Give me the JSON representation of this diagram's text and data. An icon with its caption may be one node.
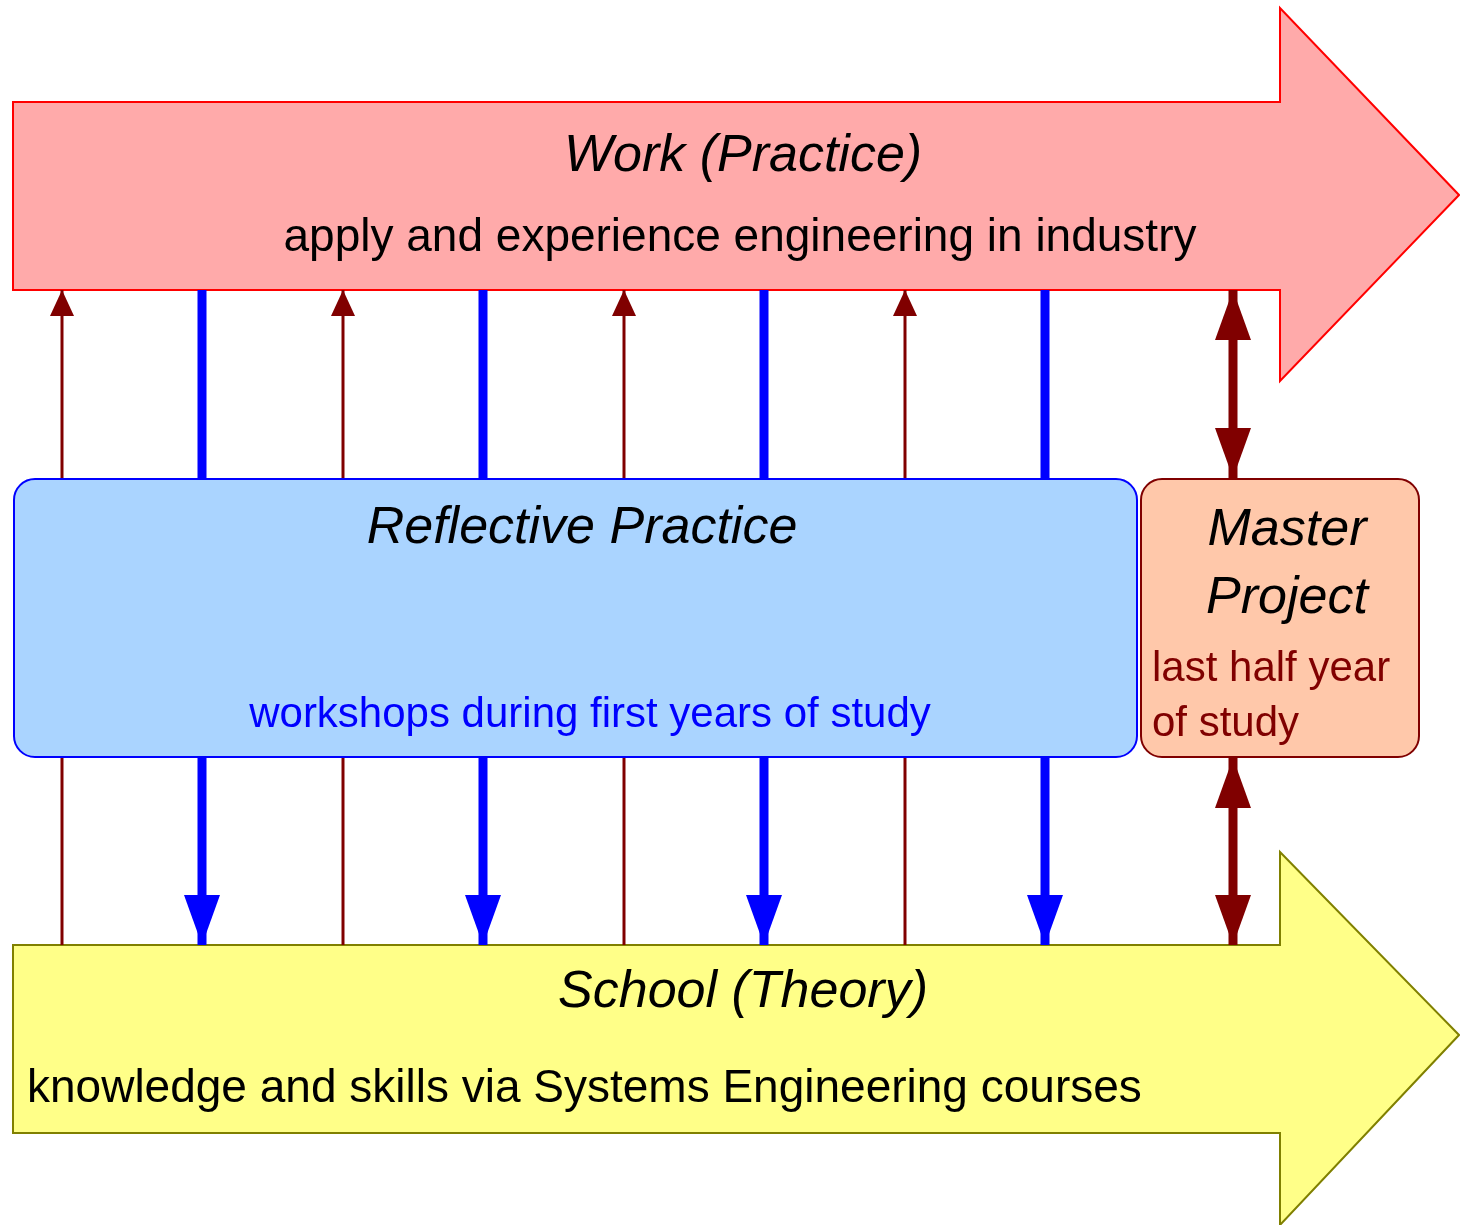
{
  "diagram": {
    "nodes": [
      {
        "text": [
          "Work (Practice)",
          "apply and experience engineering in industry"
        ]
      },
      {
        "text": [
          "Reflective Practice",
          "workshops during first years of study"
        ]
      },
      {
        "text": [
          "Master Project",
          "last half year of study"
        ]
      },
      {
        "text": [
          "School (Theory)",
          "knowledge and skills via Systems Engineering courses"
        ]
      }
    ],
    "edges": [
      {
        "from": 1,
        "to": 0,
        "arrow": "to",
        "color": "#800000"
      },
      {
        "from": 0,
        "to": 1,
        "arrow": "none",
        "color": "#0000ff"
      },
      {
        "from": 1,
        "to": 0,
        "arrow": "to",
        "color": "#800000"
      },
      {
        "from": 0,
        "to": 1,
        "arrow": "none",
        "color": "#0000ff"
      },
      {
        "from": 1,
        "to": 0,
        "arrow": "to",
        "color": "#800000"
      },
      {
        "from": 0,
        "to": 1,
        "arrow": "none",
        "color": "#0000ff"
      },
      {
        "from": 1,
        "to": 0,
        "arrow": "to",
        "color": "#800000"
      },
      {
        "from": 0,
        "to": 1,
        "arrow": "none",
        "color": "#0000ff"
      },
      {
        "from": 0,
        "to": 2,
        "arrow": "both",
        "color": "#800000"
      },
      {
        "from": 3,
        "to": 1,
        "arrow": "none",
        "color": "#800000"
      },
      {
        "from": 1,
        "to": 3,
        "arrow": "to",
        "color": "#0000ff"
      },
      {
        "from": 3,
        "to": 1,
        "arrow": "none",
        "color": "#800000"
      },
      {
        "from": 1,
        "to": 3,
        "arrow": "to",
        "color": "#0000ff"
      },
      {
        "from": 3,
        "to": 1,
        "arrow": "none",
        "color": "#800000"
      },
      {
        "from": 1,
        "to": 3,
        "arrow": "to",
        "color": "#0000ff"
      },
      {
        "from": 3,
        "to": 1,
        "arrow": "none",
        "color": "#800000"
      },
      {
        "from": 1,
        "to": 3,
        "arrow": "to",
        "color": "#0000ff"
      },
      {
        "from": 2,
        "to": 3,
        "arrow": "both",
        "color": "#800000"
      }
    ]
  }
}
